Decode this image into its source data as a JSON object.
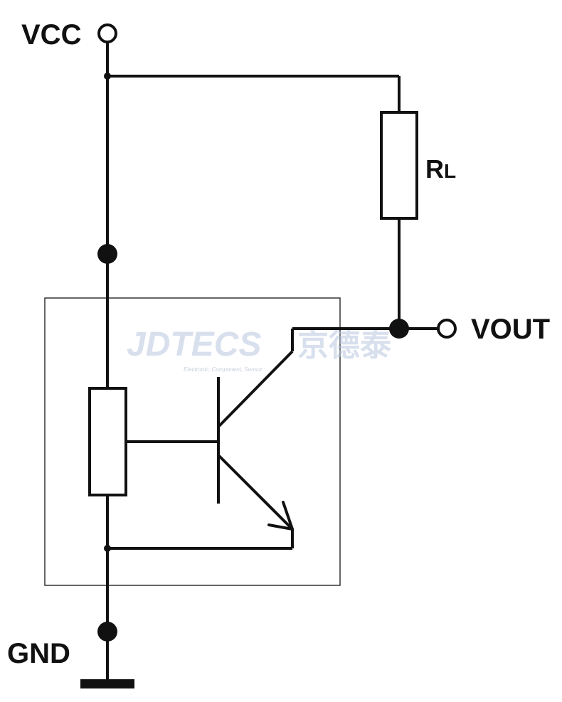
{
  "labels": {
    "vcc": "VCC",
    "rl_main": "R",
    "rl_sub": "L",
    "vout": "VOUT",
    "gnd": "GND"
  },
  "watermark": {
    "brand": "JDTECS",
    "chinese": "京德泰",
    "tagline": "Electronic, Component, Sensor"
  },
  "colors": {
    "wire": "#111111",
    "box": "#333333",
    "watermark": "#c9d3e6"
  }
}
